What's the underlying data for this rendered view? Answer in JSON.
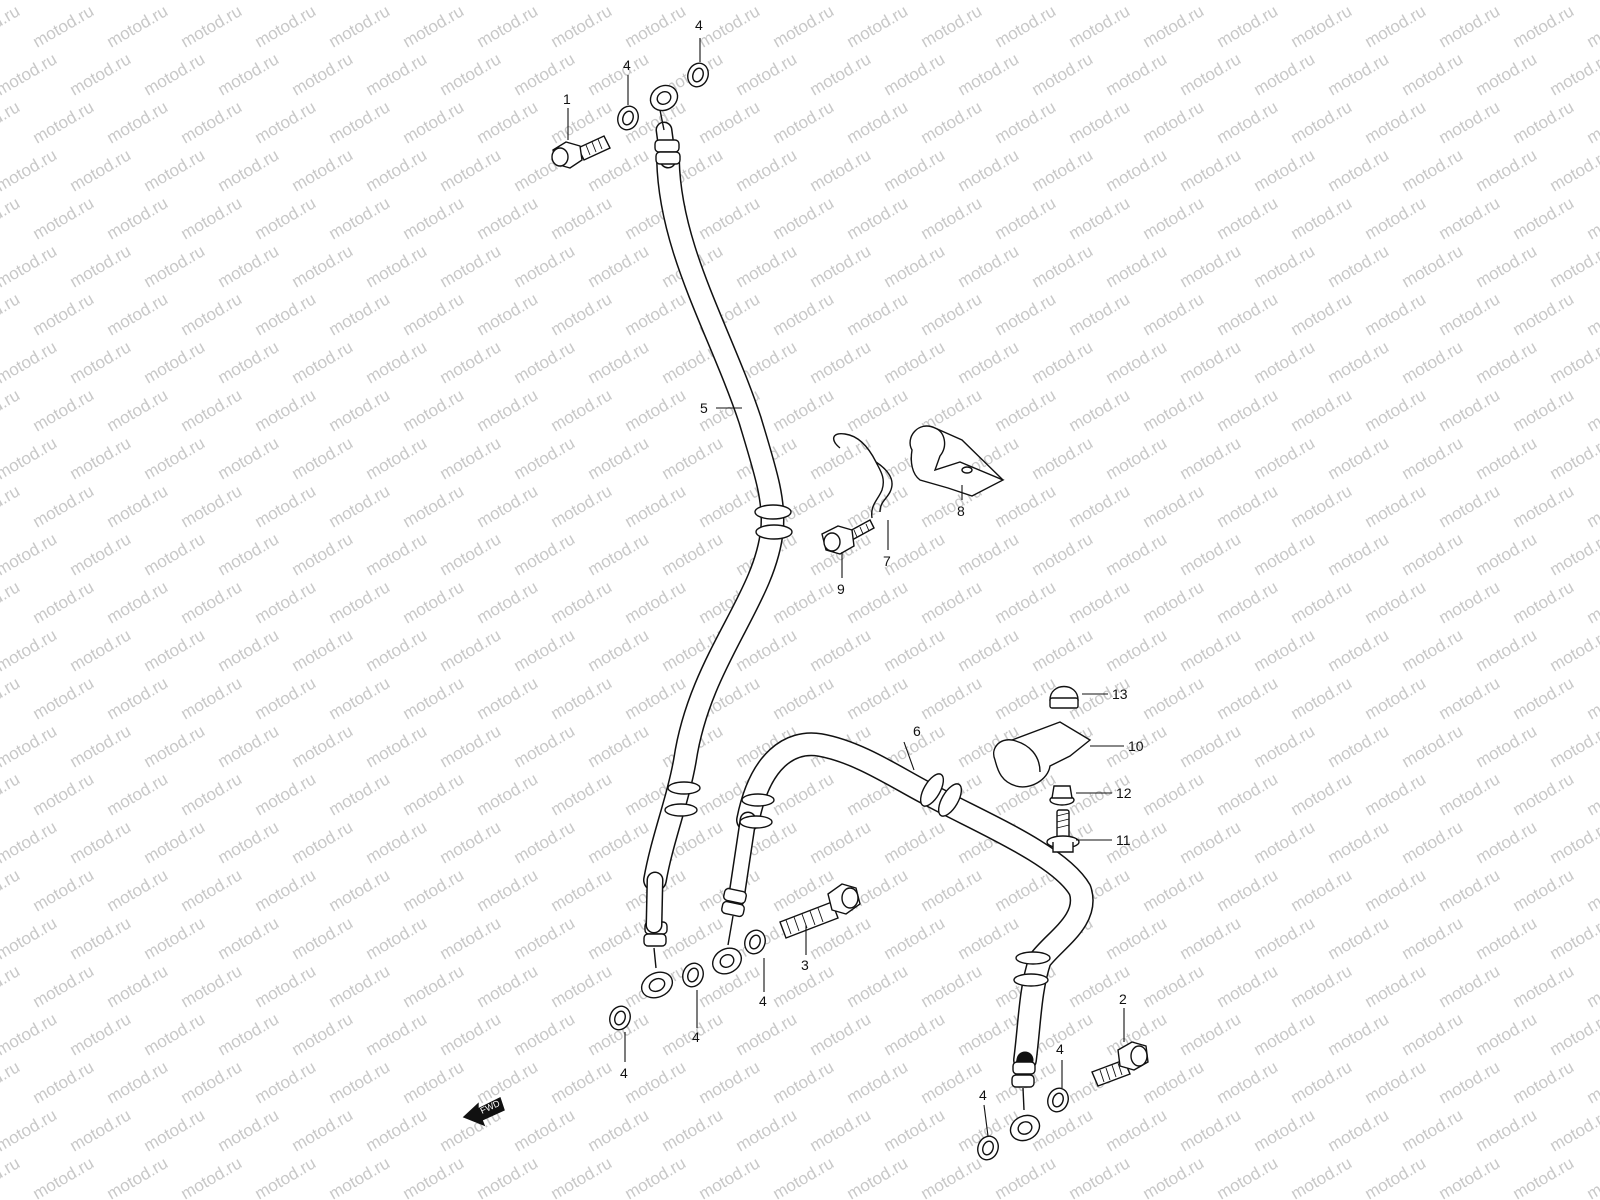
{
  "watermark": "motod.ru",
  "fwd_label": "FWD",
  "part_labels": [
    {
      "id": "lbl-1",
      "text": "1"
    },
    {
      "id": "lbl-2",
      "text": "2"
    },
    {
      "id": "lbl-3",
      "text": "3"
    },
    {
      "id": "lbl-4a",
      "text": "4"
    },
    {
      "id": "lbl-4b",
      "text": "4"
    },
    {
      "id": "lbl-4c",
      "text": "4"
    },
    {
      "id": "lbl-4d",
      "text": "4"
    },
    {
      "id": "lbl-4e",
      "text": "4"
    },
    {
      "id": "lbl-4f",
      "text": "4"
    },
    {
      "id": "lbl-4g",
      "text": "4"
    },
    {
      "id": "lbl-5",
      "text": "5"
    },
    {
      "id": "lbl-6",
      "text": "6"
    },
    {
      "id": "lbl-7",
      "text": "7"
    },
    {
      "id": "lbl-8",
      "text": "8"
    },
    {
      "id": "lbl-9",
      "text": "9"
    },
    {
      "id": "lbl-10",
      "text": "10"
    },
    {
      "id": "lbl-11",
      "text": "11"
    },
    {
      "id": "lbl-12",
      "text": "12"
    },
    {
      "id": "lbl-13",
      "text": "13"
    }
  ]
}
